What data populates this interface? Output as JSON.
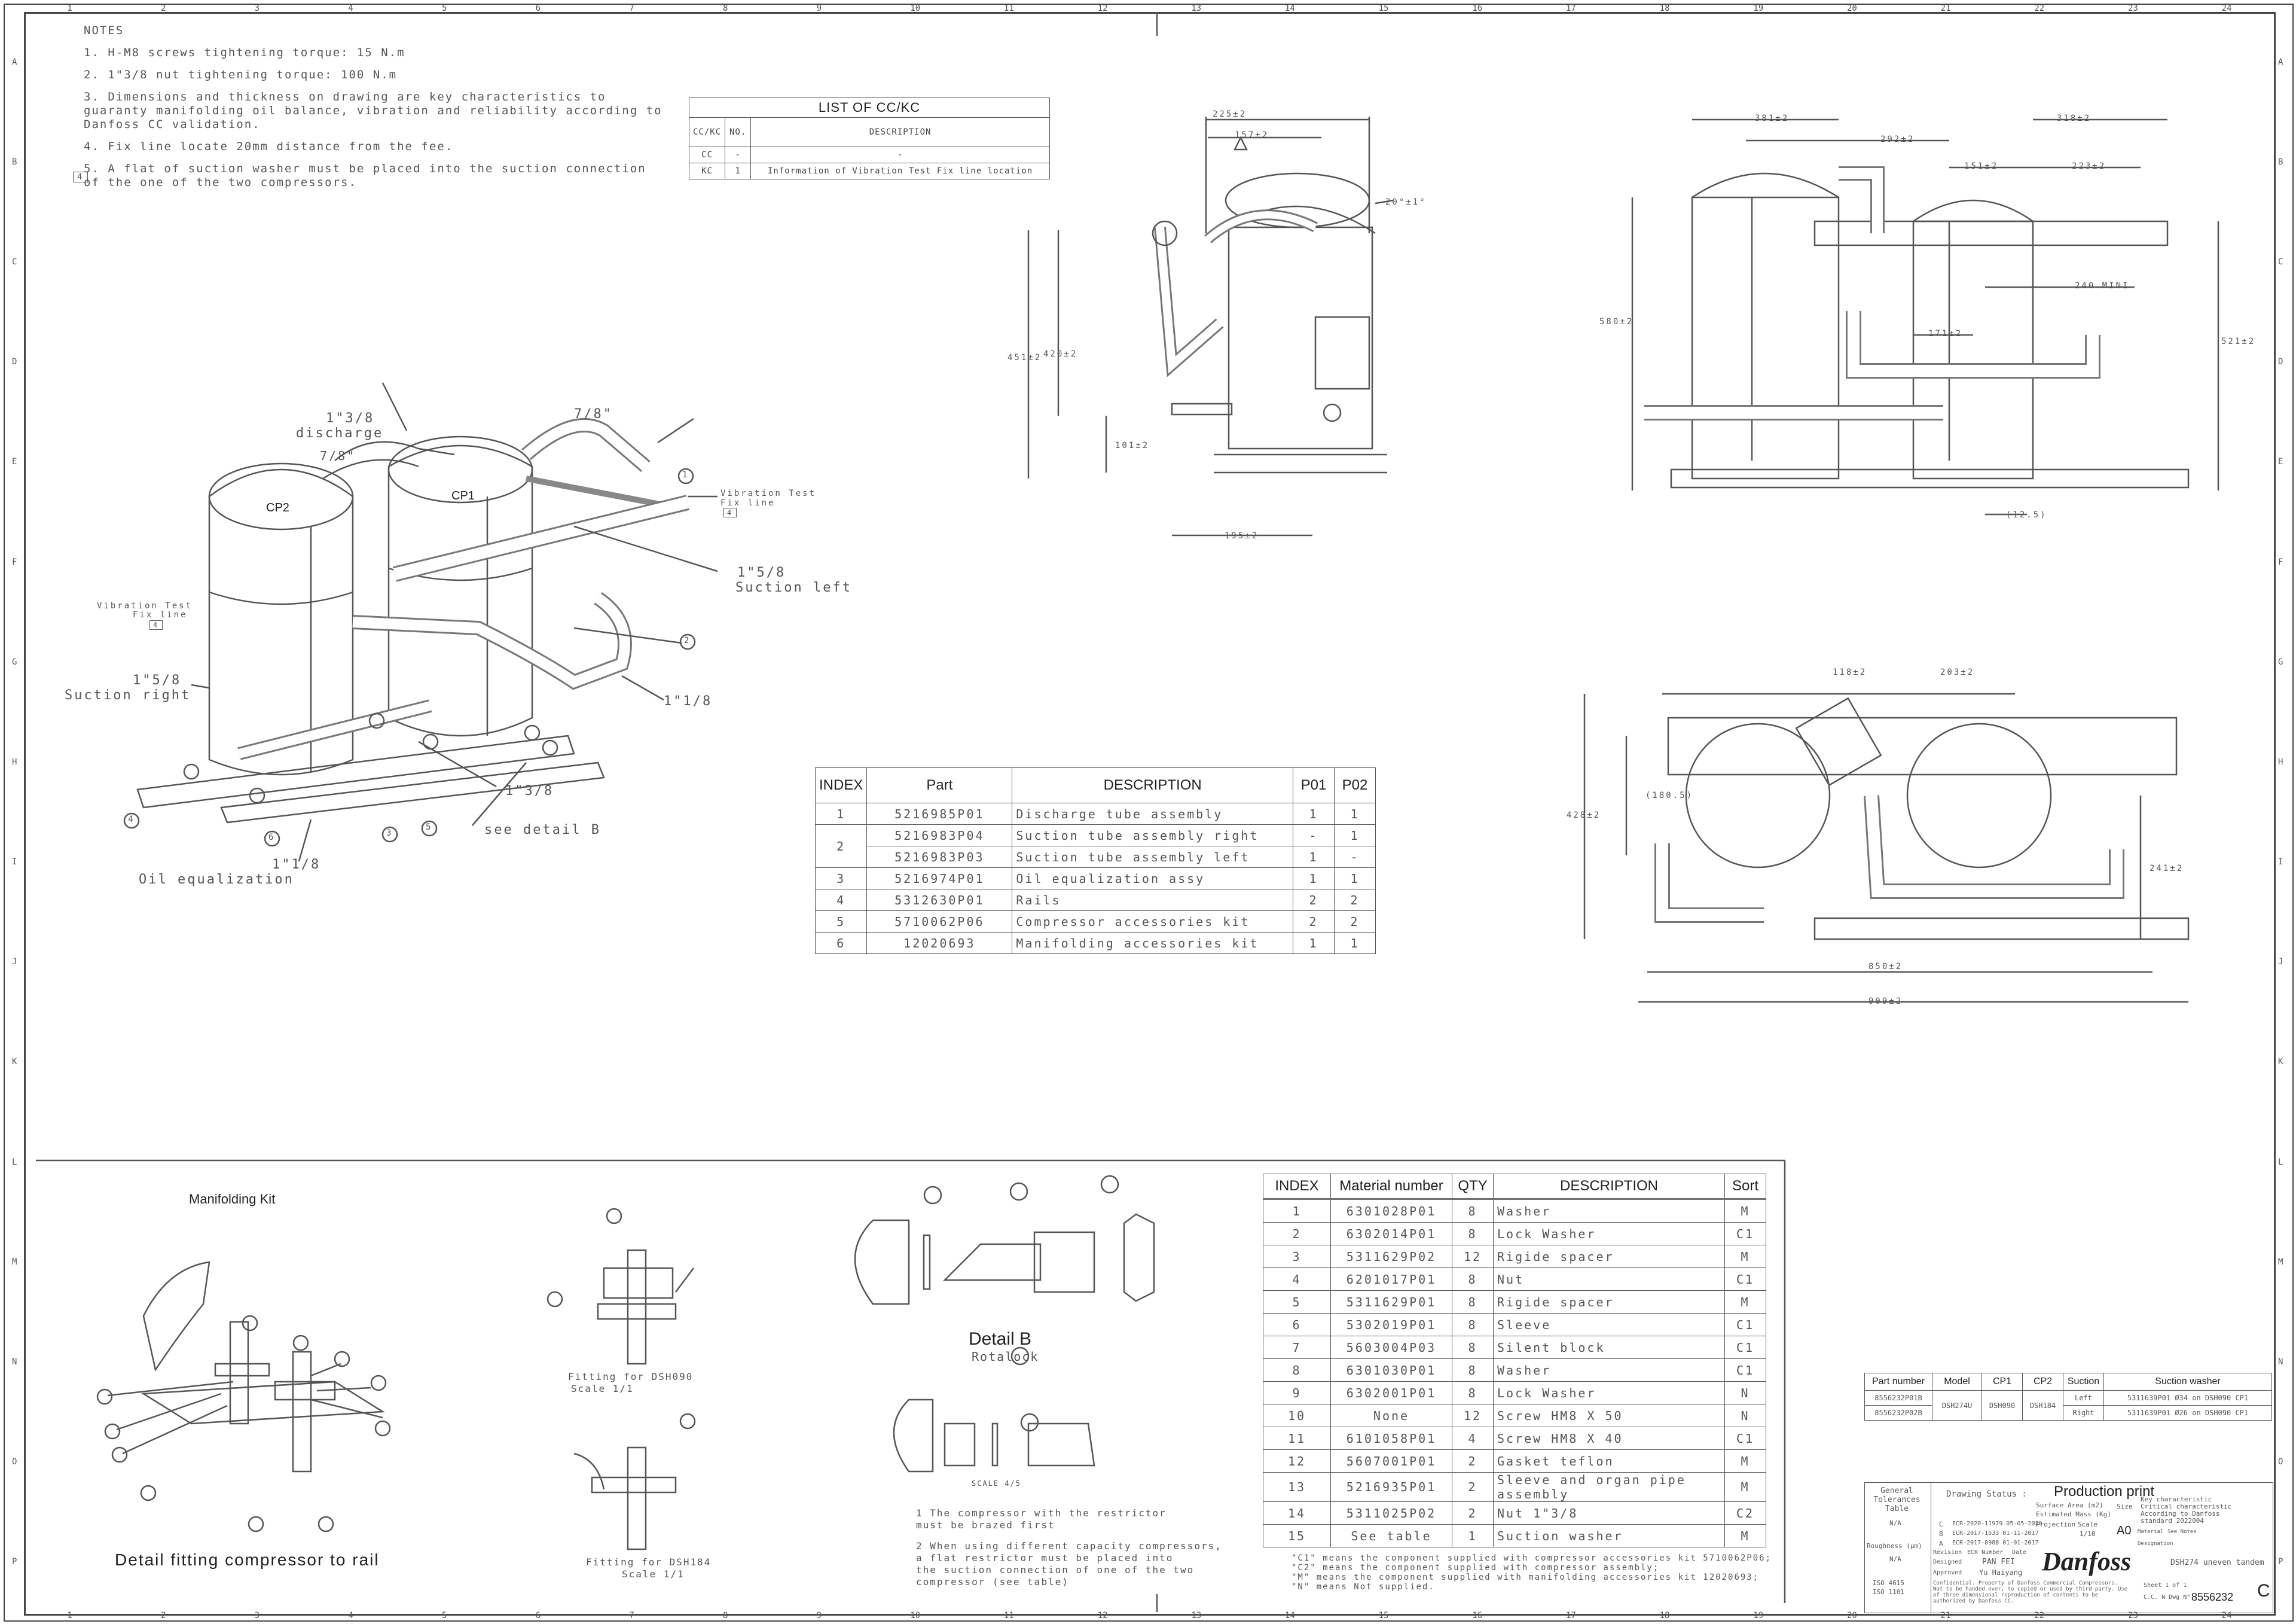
{
  "notes": {
    "heading": "NOTES",
    "items": [
      "1. H-M8 screws tightening torque: 15 N.m",
      "2. 1\"3/8 nut tightening torque: 100 N.m",
      "3. Dimensions and thickness on drawing are key characteristics to guaranty manifolding oil balance, vibration and reliability according to Danfoss CC validation.",
      "4. Fix line locate 20mm distance from the fee.",
      "5. A flat of suction washer must be placed into the suction connection of the one of the two compressors."
    ],
    "note4_marker": "4"
  },
  "cc_list": {
    "title": "LIST OF CC/KC",
    "headers": [
      "CC/KC",
      "NO.",
      "DESCRIPTION"
    ],
    "rows": [
      [
        "CC",
        "-",
        "-"
      ],
      [
        "KC",
        "1",
        "Information of Vibration Test Fix line location"
      ]
    ]
  },
  "parts_table": {
    "headers": [
      "INDEX",
      "Part",
      "DESCRIPTION",
      "P01",
      "P02"
    ],
    "rows": [
      {
        "index": "1",
        "part": "5216985P01",
        "desc": "Discharge tube assembly",
        "p01": "1",
        "p02": "1"
      },
      {
        "index": "2",
        "part": "5216983P04",
        "desc": "Suction tube assembly right",
        "p01": "-",
        "p02": "1"
      },
      {
        "index": "",
        "part": "5216983P03",
        "desc": "Suction tube assembly left",
        "p01": "1",
        "p02": "-"
      },
      {
        "index": "3",
        "part": "5216974P01",
        "desc": "Oil equalization assy",
        "p01": "1",
        "p02": "1"
      },
      {
        "index": "4",
        "part": "5312630P01",
        "desc": "Rails",
        "p01": "2",
        "p02": "2"
      },
      {
        "index": "5",
        "part": "5710062P06",
        "desc": "Compressor accessories kit",
        "p01": "2",
        "p02": "2"
      },
      {
        "index": "6",
        "part": "12020693",
        "desc": "Manifolding accessories kit",
        "p01": "1",
        "p02": "1"
      }
    ]
  },
  "material_table": {
    "headers": [
      "INDEX",
      "Material number",
      "QTY",
      "DESCRIPTION",
      "Sort"
    ],
    "rows": [
      [
        "1",
        "6301028P01",
        "8",
        "Washer",
        "M"
      ],
      [
        "2",
        "6302014P01",
        "8",
        "Lock Washer",
        "C1"
      ],
      [
        "3",
        "5311629P02",
        "12",
        "Rigide spacer",
        "M"
      ],
      [
        "4",
        "6201017P01",
        "8",
        "Nut",
        "C1"
      ],
      [
        "5",
        "5311629P01",
        "8",
        "Rigide spacer",
        "M"
      ],
      [
        "6",
        "5302019P01",
        "8",
        "Sleeve",
        "C1"
      ],
      [
        "7",
        "5603004P03",
        "8",
        "Silent block",
        "C1"
      ],
      [
        "8",
        "6301030P01",
        "8",
        "Washer",
        "C1"
      ],
      [
        "9",
        "6302001P01",
        "8",
        "Lock Washer",
        "N"
      ],
      [
        "10",
        "None",
        "12",
        "Screw HM8 X 50",
        "N"
      ],
      [
        "11",
        "6101058P01",
        "4",
        "Screw HM8 X 40",
        "C1"
      ],
      [
        "12",
        "5607001P01",
        "2",
        "Gasket teflon",
        "M"
      ],
      [
        "13",
        "5216935P01",
        "2",
        "Sleeve and organ pipe assembly",
        "M"
      ],
      [
        "14",
        "5311025P02",
        "2",
        "Nut 1\"3/8",
        "C2"
      ],
      [
        "15",
        "See table",
        "1",
        "Suction washer",
        "M"
      ]
    ],
    "footnotes": [
      "\"C1\" means the component supplied with compressor accessories kit 5710062P06;",
      "\"C2\" means the component supplied with compressor assembly;",
      "\"M\" means the component supplied with manifolding accessories kit 12020693;",
      "\"N\" means Not supplied."
    ]
  },
  "suction_washer_table": {
    "headers": [
      "Part number",
      "Model",
      "CP1",
      "CP2",
      "Suction",
      "Suction washer"
    ],
    "rows": [
      [
        "8556232P01B",
        "DSH274U",
        "DSH090",
        "DSH184",
        "Left",
        "5311639P01 Ø34 on DSH090 CP1"
      ],
      [
        "8556232P02B",
        "",
        "",
        "",
        "Right",
        "5311639P01 Ø26 on DSH090 CP1"
      ]
    ]
  },
  "iso_labels": {
    "discharge_size": "1\"3/8",
    "discharge": "discharge",
    "top_pipe_a": "7/8\"",
    "top_pipe_b": "7/8\"",
    "vib_right_line1": "Vibration Test",
    "vib_right_line2": "Fix line",
    "vib_left_line1": "Vibration Test",
    "vib_left_line2": "Fix line",
    "vib_marker": "4",
    "suction_left_size": "1\"5/8",
    "suction_left": "Suction left",
    "suction_right_size": "1\"5/8",
    "suction_right": "Suction right",
    "oil_size": "1\"1/8",
    "oil_right": "1\"1/8",
    "oil_equalization": "Oil equalization",
    "bottom_size": "1\"3/8",
    "see_detail": "see detail B",
    "cp1": "CP1",
    "cp2": "CP2",
    "balloons": [
      "1",
      "2",
      "3",
      "4",
      "5",
      "6"
    ]
  },
  "dims_side": {
    "d225": "225±2",
    "d157": "157±2",
    "d20deg": "20°±1°",
    "d451": "451±2",
    "d420": "420±2",
    "d101": "101±2",
    "d195": "195±2"
  },
  "dims_front": {
    "d381": "381±2",
    "d318": "318±2",
    "d292": "292±2",
    "d151": "151±2",
    "d223": "223±2",
    "d240": "240 MINI",
    "d580": "580±2",
    "d171": "171±2",
    "d521": "521±2",
    "d12": "(12.5)"
  },
  "dims_top": {
    "d118": "118±2",
    "d203": "203±2",
    "d180": "(180.5)",
    "d428": "428±2",
    "d241": "241±2",
    "d850": "850±2",
    "d909": "909±2"
  },
  "manifolding_kit": {
    "title": "Manifolding Kit",
    "caption": "Detail fitting compressor to rail",
    "fitting_090_line1": "Fitting for DSH090",
    "fitting_090_line2": "Scale 1/1",
    "fitting_184_line1": "Fitting for DSH184",
    "fitting_184_line2": "Scale 1/1"
  },
  "detail_b": {
    "title": "Detail B",
    "subtitle": "Rotalock",
    "scale": "SCALE 4/5",
    "note1_line1": "1 The compressor with the restrictor",
    "note1_line2": "must be brazed first",
    "note2_line1": "2 When using different capacity compressors,",
    "note2_line2": "a flat restrictor must be placed into",
    "note2_line3": "the suction connection of one of the two",
    "note2_line4": "compressor (see table)"
  },
  "title_block": {
    "production": "Production print",
    "drawing_status": "Drawing Status :",
    "general_tol": "General Tolerances Table",
    "na1": "N/A",
    "na2": "N/A",
    "roughness": "Roughness (μm)",
    "iso1": "ISO 4615",
    "iso2": "ISO 1101",
    "surface": "Surface Area (m2)",
    "mass": "Estimated Mass (Kg)",
    "projection": "Projection",
    "scale_label": "Scale",
    "scale": "1/10",
    "size_label": "Size",
    "size": "A0",
    "rev_c": "ECR-2020-11979 05-05-2020",
    "rev_b": "ECR-2017-1533 01-11-2017",
    "rev_a": "ECR-2017-8988 01-01-2017",
    "rev_letters": [
      "C",
      "B",
      "A"
    ],
    "revision": "Revision",
    "ecr": "ECR Number",
    "date": "Date",
    "designed": "Designed",
    "designer": "PAN FEI",
    "approved": "Approved",
    "approver": "Yu Haiyang",
    "key_char": "Key characteristic",
    "crit_char": "Critical characteristic",
    "according1": "According to Danfoss",
    "according2": "standard 2022004",
    "material": "Material",
    "material_val": "See Notes",
    "designation": "Designation",
    "designation_val": "DSH274 uneven tandem",
    "confidential": "Confidential. Property of Danfoss Commercial Compressors. Not to be handed over, to copied or used by third party. Use of three dimensional reproduction of contents to be authorized by Danfoss CC.",
    "brand": "Danfoss",
    "sheet": "Sheet 1 of 1",
    "drawing_no_label": "C.C. N Dwg N°",
    "drawing_no": "8556232",
    "revision_letter": "C"
  },
  "grid": {
    "cols": [
      "1",
      "2",
      "3",
      "4",
      "5",
      "6",
      "7",
      "8",
      "9",
      "10",
      "11",
      "12",
      "13",
      "14",
      "15",
      "16",
      "17",
      "18",
      "19",
      "20",
      "21",
      "22",
      "23",
      "24"
    ],
    "rows": [
      "A",
      "B",
      "C",
      "D",
      "E",
      "F",
      "G",
      "H",
      "I",
      "J",
      "K",
      "L",
      "M",
      "N",
      "O",
      "P"
    ]
  }
}
